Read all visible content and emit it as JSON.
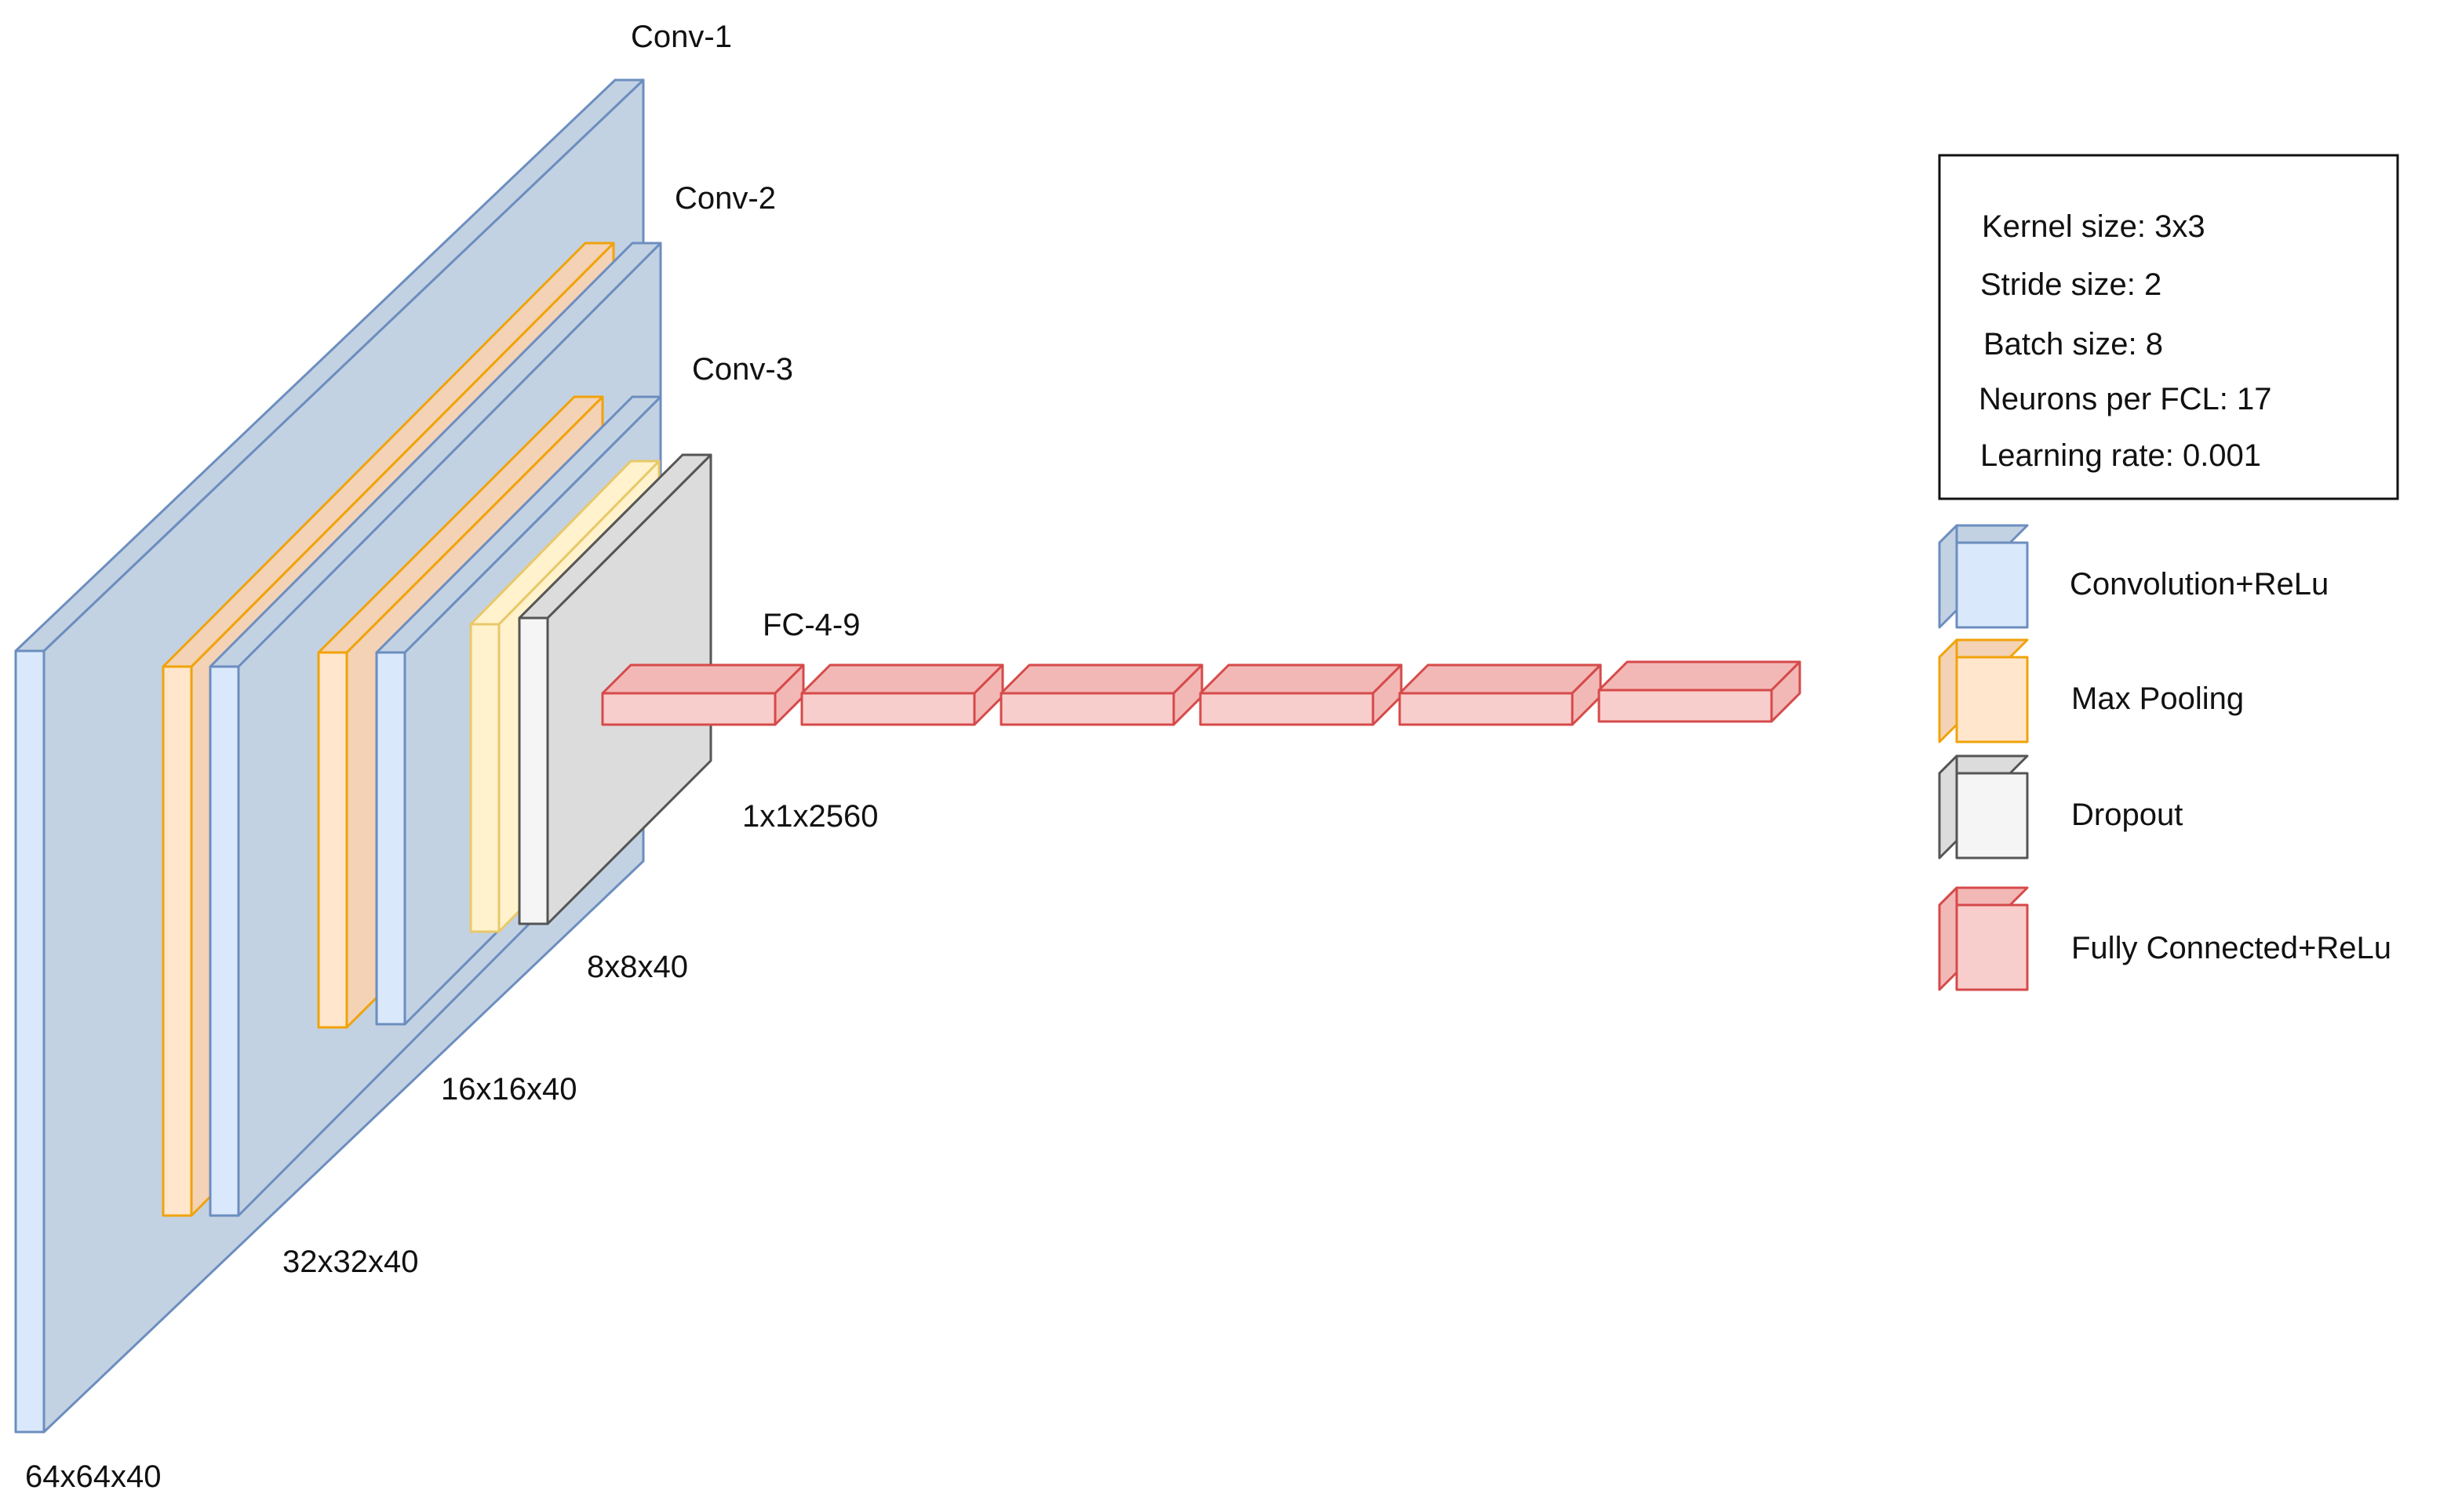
{
  "layers": {
    "conv1": {
      "label": "Conv-1",
      "dims": "64x64x40"
    },
    "conv2": {
      "label": "Conv-2",
      "dims": "32x32x40"
    },
    "conv3": {
      "label": "Conv-3",
      "dims": "16x16x40"
    },
    "pool3": {
      "dims": "8x8x40"
    },
    "fc": {
      "label": "FC-4-9",
      "dims": "1x1x2560",
      "count": 6
    }
  },
  "info_box": {
    "lines": [
      "Kernel size: 3x3",
      "Stride size: 2",
      "Batch size: 8",
      "Neurons per FCL: 17",
      "Learning rate: 0.001"
    ]
  },
  "legend": {
    "items": [
      {
        "label": "Convolution+ReLu",
        "icon": "blue-cube-icon"
      },
      {
        "label": "Max Pooling",
        "icon": "orange-cube-icon"
      },
      {
        "label": "Dropout",
        "icon": "gray-cube-icon"
      },
      {
        "label": "Fully Connected+ReLu",
        "icon": "red-cube-icon"
      }
    ]
  },
  "colors": {
    "conv_front": "#dae8fc",
    "conv_face": "#c3d2e3",
    "conv_stroke": "#6c8ebf",
    "pool_front": "#ffe6cc",
    "pool_face": "#f3d2b5",
    "pool_stroke": "#f0a30a",
    "pool_light_front": "#fff2cc",
    "pool_light_stroke": "#e8c86a",
    "dropout_front": "#f5f5f5",
    "dropout_face": "#dcdcdc",
    "dropout_stroke": "#555555",
    "fc_front": "#f8cecc",
    "fc_face": "#f2b8b6",
    "fc_stroke": "#d64a4a"
  }
}
